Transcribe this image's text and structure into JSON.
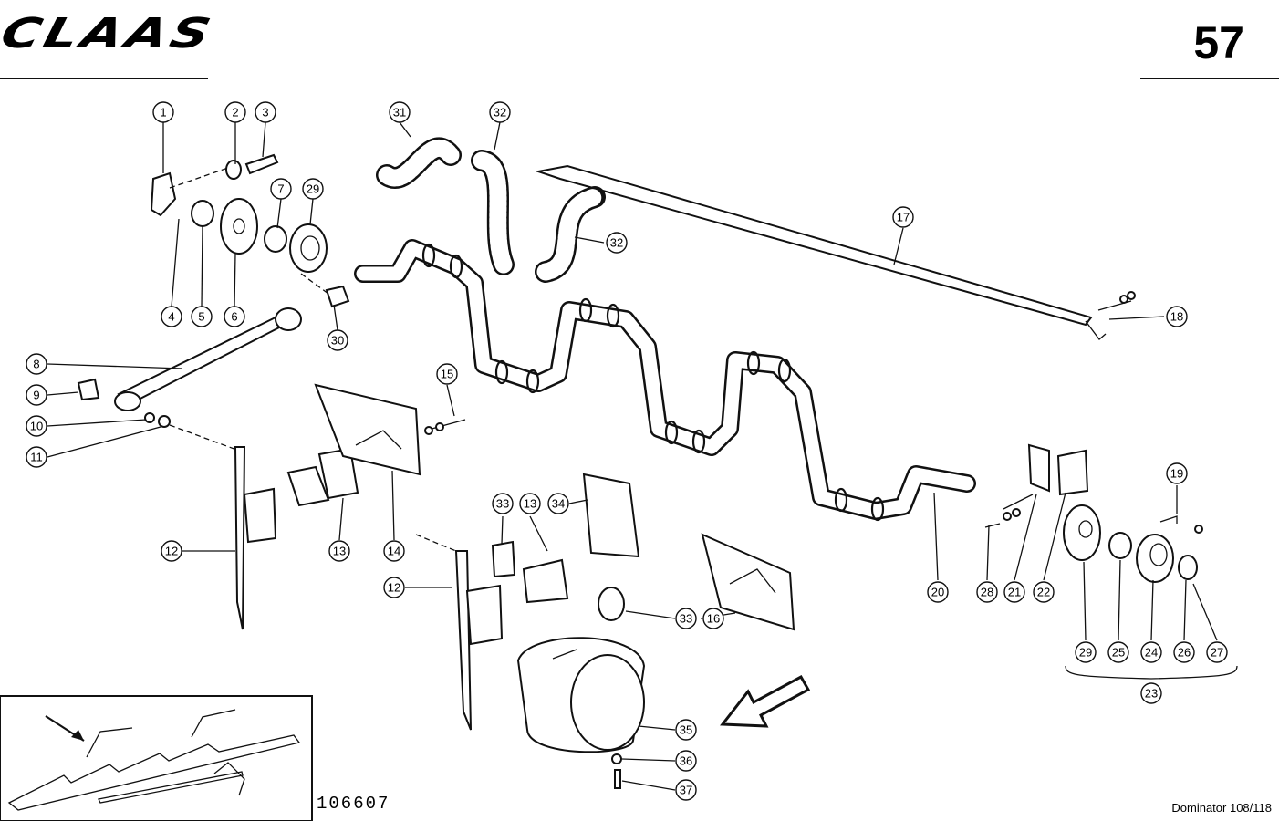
{
  "header": {
    "brand": "CLAAS",
    "page_number": "57"
  },
  "footer": {
    "drawing_number": "106607",
    "model": "Dominator 108/118"
  },
  "callouts": [
    {
      "label": "1"
    },
    {
      "label": "2"
    },
    {
      "label": "3"
    },
    {
      "label": "7"
    },
    {
      "label": "29"
    },
    {
      "label": "4"
    },
    {
      "label": "5"
    },
    {
      "label": "6"
    },
    {
      "label": "30"
    },
    {
      "label": "8"
    },
    {
      "label": "9"
    },
    {
      "label": "10"
    },
    {
      "label": "11"
    },
    {
      "label": "31"
    },
    {
      "label": "32"
    },
    {
      "label": "32"
    },
    {
      "label": "17"
    },
    {
      "label": "18"
    },
    {
      "label": "15"
    },
    {
      "label": "14"
    },
    {
      "label": "13"
    },
    {
      "label": "12"
    },
    {
      "label": "33"
    },
    {
      "label": "13"
    },
    {
      "label": "34"
    },
    {
      "label": "12"
    },
    {
      "label": "33"
    },
    {
      "label": "16"
    },
    {
      "label": "35"
    },
    {
      "label": "36"
    },
    {
      "label": "37"
    },
    {
      "label": "20"
    },
    {
      "label": "28"
    },
    {
      "label": "21"
    },
    {
      "label": "22"
    },
    {
      "label": "19"
    },
    {
      "label": "29"
    },
    {
      "label": "25"
    },
    {
      "label": "24"
    },
    {
      "label": "26"
    },
    {
      "label": "27"
    },
    {
      "label": "23"
    }
  ]
}
